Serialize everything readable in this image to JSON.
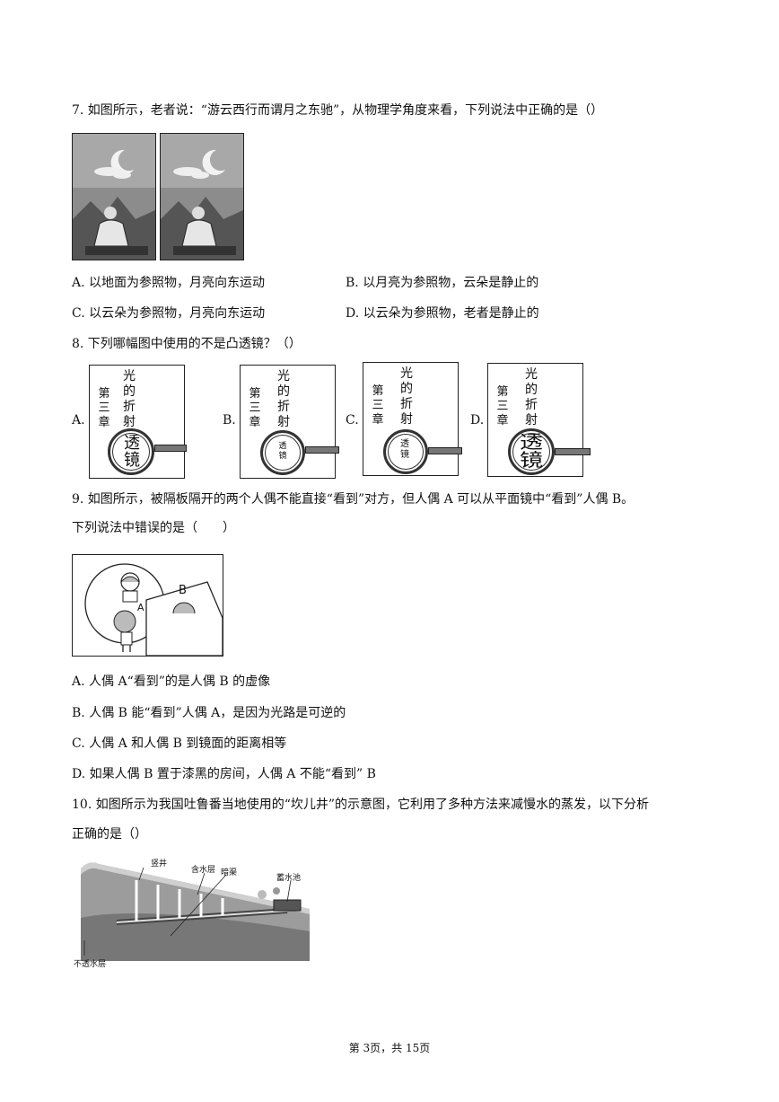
{
  "q7": {
    "stem": "7. 如图所示，老者说：“游云西行而谓月之东驰”，从物理学角度来看，下列说法中正确的是（）",
    "options": {
      "A": "A. 以地面为参照物，月亮向东运动",
      "B": "B. 以月亮为参照物，云朵是静止的",
      "C": "C. 以云朵为参照物，月亮向东运动",
      "D": "D. 以云朵为参照物，老者是静止的"
    }
  },
  "q8": {
    "stem": "8. 下列哪幅图中使用的不是凸透镜？（）",
    "book_col1": [
      "第",
      "三",
      "章"
    ],
    "book_col2": [
      "光",
      "的",
      "折",
      "射"
    ],
    "choices": [
      {
        "label": "A.",
        "lens_text": [
          "透",
          "镜"
        ]
      },
      {
        "label": "B.",
        "lens_text": [
          "透",
          "镜"
        ]
      },
      {
        "label": "C.",
        "lens_text": [
          "透",
          "镜"
        ]
      },
      {
        "label": "D.",
        "lens_text": [
          "透",
          "镜"
        ]
      }
    ]
  },
  "q9": {
    "stem_line1": "9. 如图所示，被隔板隔开的两个人偶不能直接“看到”对方，但人偶 A 可以从平面镜中“看到”人偶 B。",
    "stem_line2": "下列说法中错误的是（　　）",
    "fig_label_a": "A",
    "fig_label_b": "B",
    "options": {
      "A": "A. 人偶 A“看到”的是人偶 B 的虚像",
      "B": "B. 人偶 B 能“看到”人偶 A，是因为光路是可逆的",
      "C": "C. 人偶 A 和人偶 B 到镜面的距离相等",
      "D": "D. 如果人偶 B 置于漆黑的房间，人偶 A 不能“看到” B"
    }
  },
  "q10": {
    "stem_line1": "10. 如图所示为我国吐鲁番当地使用的“坎儿井”的示意图，它利用了多种方法来减慢水的蒸发，以下分析",
    "stem_line2": "正确的是（）",
    "labels": {
      "shaft": "竖井",
      "aquifer": "含水层",
      "channel": "暗渠",
      "pool": "蓄水池",
      "impermeable": "不透水层"
    }
  },
  "footer": "第 3页，共 15页"
}
